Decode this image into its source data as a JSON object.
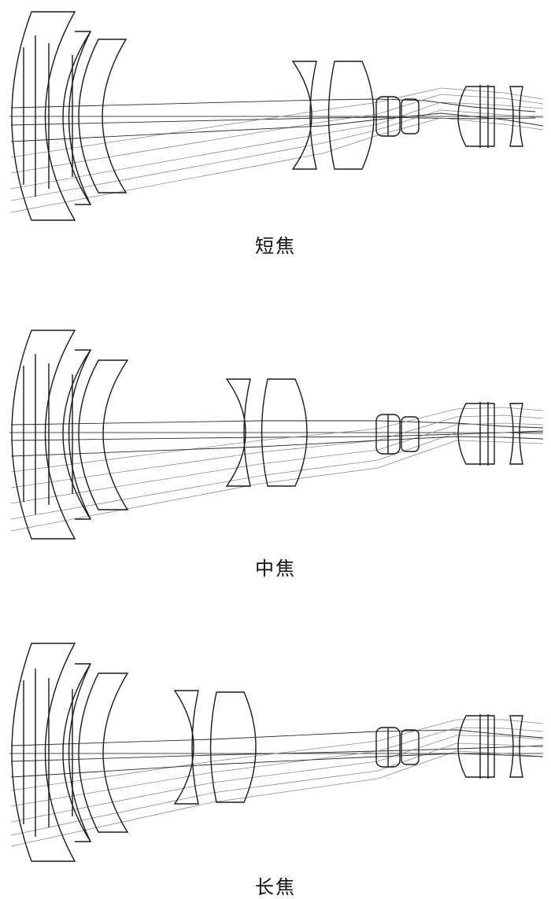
{
  "panels": [
    {
      "label": "短焦",
      "config": "short"
    },
    {
      "label": "中焦",
      "config": "medium"
    },
    {
      "label": "长焦",
      "config": "long"
    }
  ]
}
